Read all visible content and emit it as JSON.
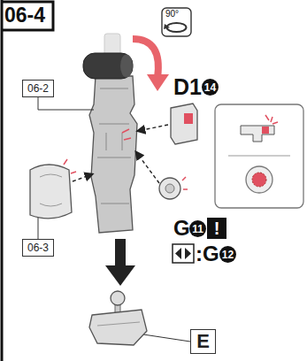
{
  "diagram": {
    "title": "06-4",
    "nodes": [
      {
        "text": [
          "06-2"
        ]
      },
      {
        "text": [
          "06-3"
        ]
      },
      {
        "text": [
          "E"
        ]
      }
    ],
    "labels": [
      "90°",
      "D1",
      "14",
      "G",
      "11",
      "!",
      ":G",
      "12"
    ]
  }
}
